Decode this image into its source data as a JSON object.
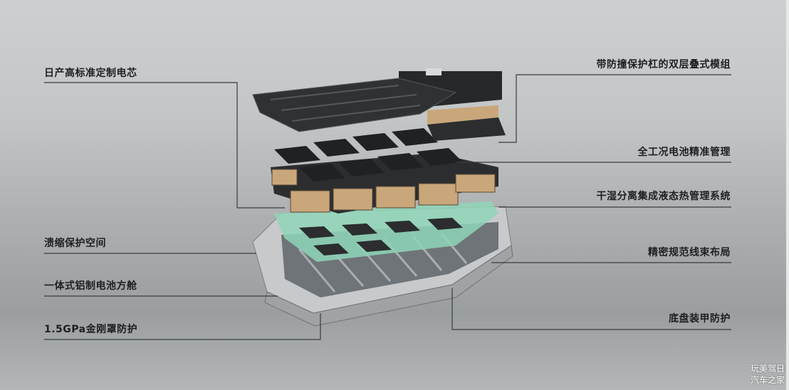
{
  "labels_left": [
    "日产高标准定制电芯",
    "溃缩保护空间",
    "一体式铝制电池方舱",
    "1.5GPa金刚罩防护"
  ],
  "labels_right": [
    "带防撞保护杠的双层叠式模组",
    "全工况电池精准管理",
    "干湿分离集成液态热管理系统",
    "精密规范线束布局",
    "底盘装甲防护"
  ],
  "watermark": {
    "line1": "玩美驾日",
    "line2": "汽车之家"
  },
  "colors": {
    "cooling_plate": "#8fd6b9",
    "cell_cap": "#c9a77a",
    "cell_body": "#2b2d2f",
    "leader_line": "#3a3c3e"
  }
}
